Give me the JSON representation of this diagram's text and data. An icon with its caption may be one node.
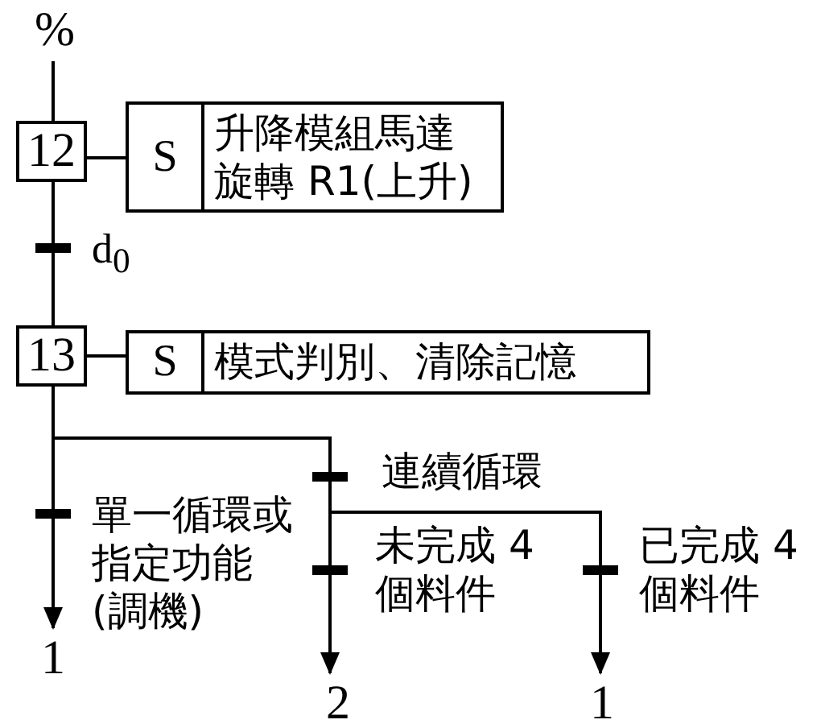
{
  "diagram": {
    "nodes": [
      {
        "text": [
          "%"
        ]
      },
      {
        "text": [
          "12"
        ]
      },
      {
        "text": [
          "S",
          "升降模組馬達旋轉 R1(上升)"
        ]
      },
      {
        "text": [
          "13"
        ]
      },
      {
        "text": [
          "S",
          "模式判別、清除記憶"
        ]
      },
      {
        "text": [
          "1"
        ]
      },
      {
        "text": [
          "2"
        ]
      },
      {
        "text": [
          "1"
        ]
      }
    ],
    "edges": [
      {
        "from": 0,
        "to": 1,
        "arrow": "none"
      },
      {
        "from": 1,
        "to": 2,
        "arrow": "none"
      },
      {
        "from": 1,
        "to": 3,
        "arrow": "none",
        "label": "d$_{0}$"
      },
      {
        "from": 3,
        "to": 4,
        "arrow": "none"
      },
      {
        "from": 3,
        "to": 5,
        "arrow": "to",
        "label": "單一循環或指定功能(調機)"
      },
      {
        "from": 3,
        "to": 6,
        "arrow": "to",
        "label": "未完成 4 個料件"
      },
      {
        "from": 3,
        "to": 7,
        "arrow": "to",
        "label": "已完成 4 個料件"
      }
    ],
    "labels": [
      "連續循環"
    ]
  }
}
